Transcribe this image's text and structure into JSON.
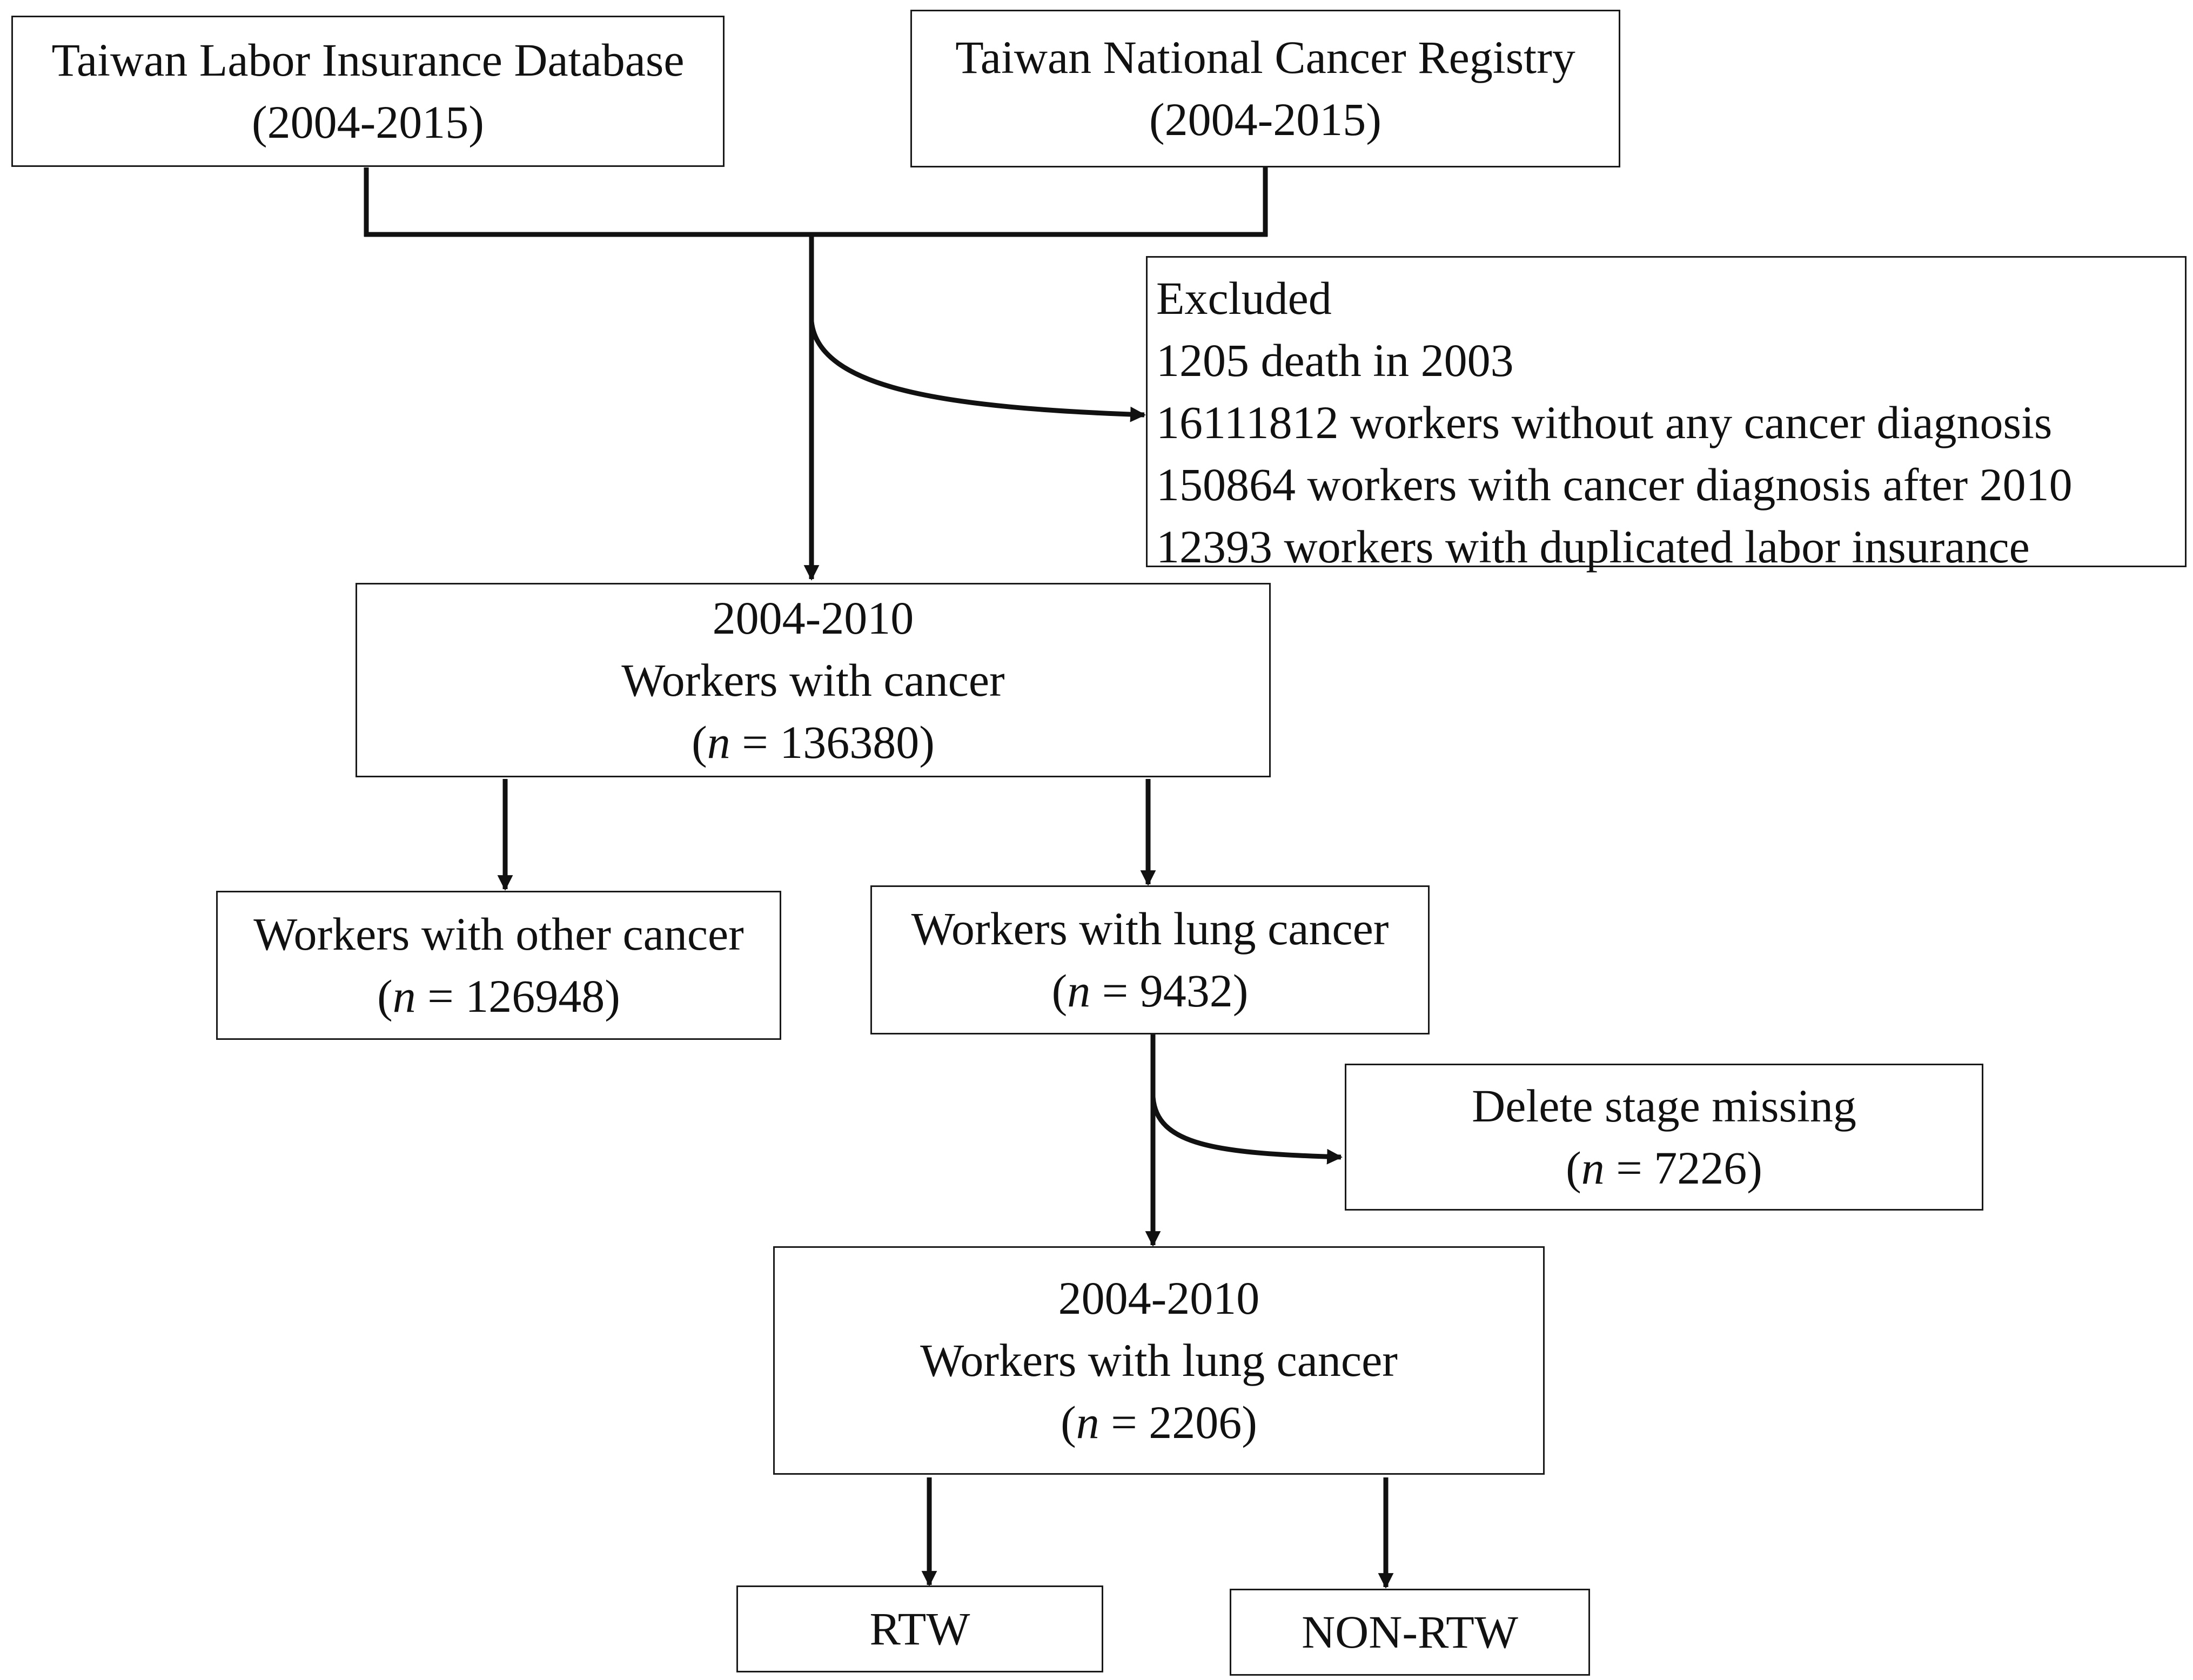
{
  "colors": {
    "stroke": "#111111",
    "box_bg": "#ffffff"
  },
  "sources": {
    "labor": {
      "line1": "Taiwan Labor Insurance Database",
      "line2": "(2004-2015)"
    },
    "registry": {
      "line1": "Taiwan National Cancer Registry",
      "line2": "(2004-2015)"
    }
  },
  "excluded": {
    "title": "Excluded",
    "items": [
      "1205 death in 2003",
      "16111812 workers without any cancer diagnosis",
      "150864 workers with cancer diagnosis after 2010",
      "12393 workers with duplicated labor insurance"
    ]
  },
  "workers_cancer": {
    "years": "2004-2010",
    "label": "Workers with cancer",
    "n_prefix": "(",
    "n_italic": "n",
    "n_value": " = 136380)"
  },
  "other_cancer": {
    "label": "Workers with other cancer",
    "n_prefix": "(",
    "n_italic": "n",
    "n_value": " = 126948)"
  },
  "lung_cancer": {
    "label": "Workers with lung cancer",
    "n_prefix": "(",
    "n_italic": "n",
    "n_value": " = 9432)"
  },
  "stage_missing": {
    "label": "Delete stage missing",
    "n_prefix": "(",
    "n_italic": "n",
    "n_value": " = 7226)"
  },
  "final_lung": {
    "years": "2004-2010",
    "label": "Workers with lung cancer",
    "n_prefix": "(",
    "n_italic": "n",
    "n_value": " = 2206)"
  },
  "outcomes": {
    "rtw": "RTW",
    "non_rtw": "NON-RTW"
  }
}
